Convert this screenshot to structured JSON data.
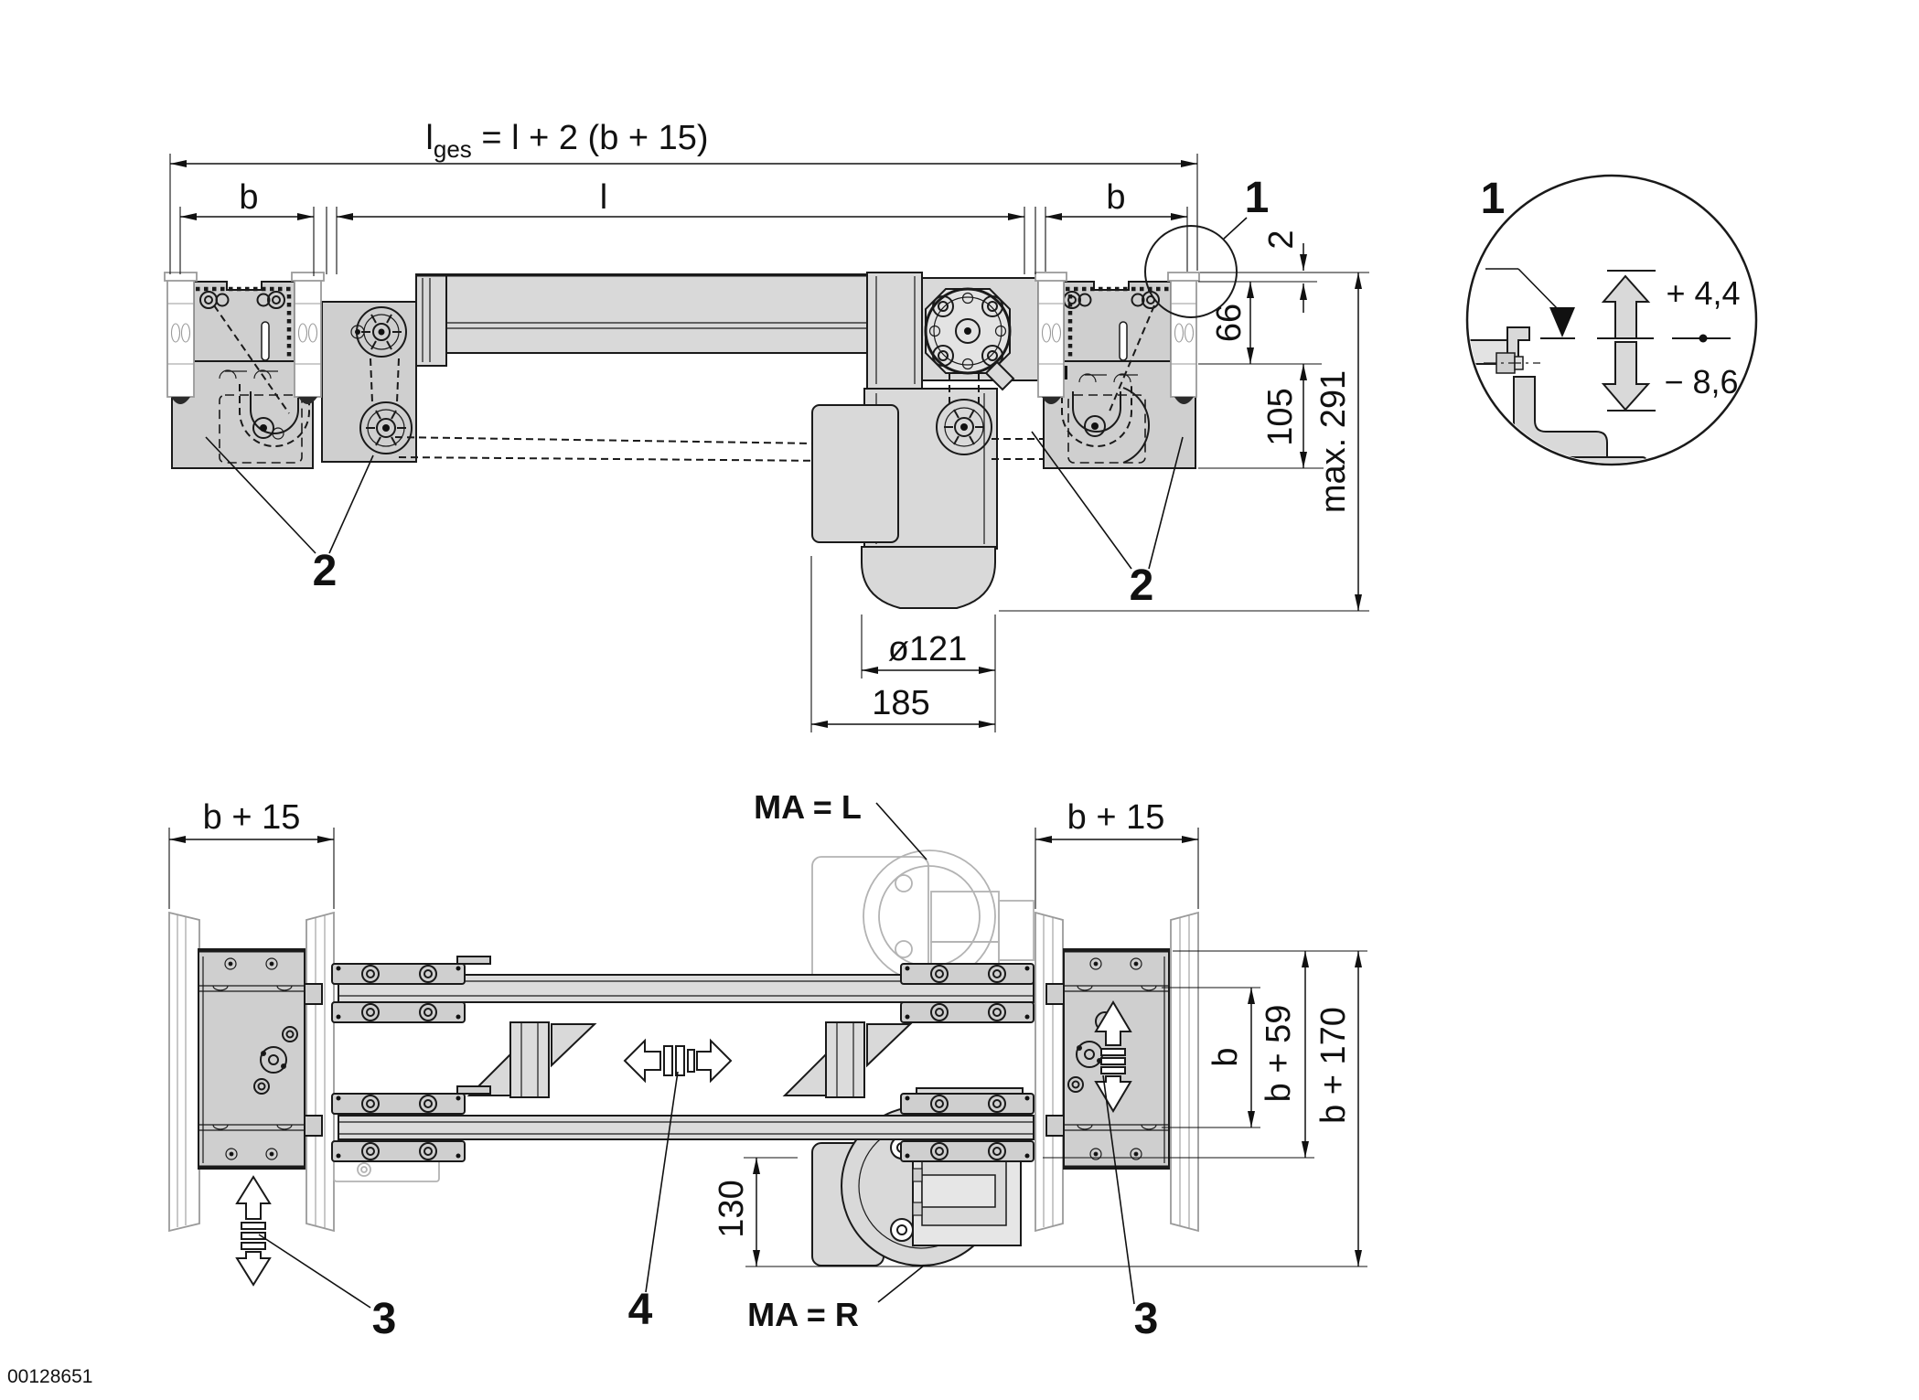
{
  "meta": {
    "drawing_number": "00128651"
  },
  "top_view": {
    "dim_overall_prefix": "l",
    "dim_overall_sub": "ges",
    "dim_overall_rest": " = l + 2 (b + 15)",
    "dim_b_left": "b",
    "dim_l": "l",
    "dim_b_right": "b",
    "dim_gap": "2",
    "dim_height_rail": "66",
    "dim_height_unit": "105",
    "dim_height_max": "max. 291",
    "dim_motor_diameter": "ø121",
    "dim_motor_width": "185",
    "callout_detail": "1",
    "callout_return_unit_left": "2",
    "callout_return_unit_right": "2"
  },
  "detail_view": {
    "label": "1",
    "tolerance_up": "+ 4,4",
    "tolerance_down": "− 8,6"
  },
  "bottom_view": {
    "dim_track_left": "b + 15",
    "dim_track_right": "b + 15",
    "dim_b": "b",
    "dim_b59": "b + 59",
    "dim_b170": "b + 170",
    "dim_offset": "130",
    "label_motor_left": "MA = L",
    "label_motor_right": "MA = R",
    "callout_transverse_left": "3",
    "callout_transverse_right": "3",
    "callout_section": "4"
  }
}
